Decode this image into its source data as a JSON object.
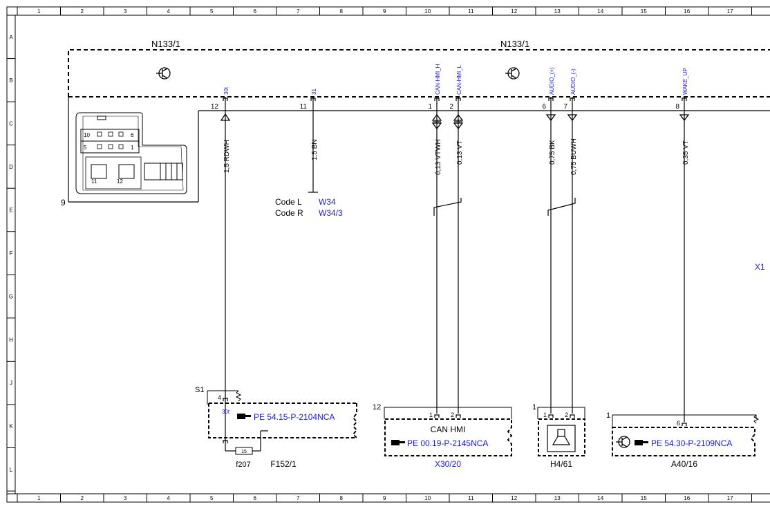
{
  "grid": {
    "columns": [
      "1",
      "2",
      "3",
      "4",
      "5",
      "6",
      "7",
      "8",
      "9",
      "10",
      "11",
      "12",
      "13",
      "14",
      "15",
      "16",
      "17"
    ],
    "rows": [
      "A",
      "B",
      "C",
      "D",
      "E",
      "F",
      "G",
      "H",
      "J",
      "K",
      "L"
    ]
  },
  "module": {
    "name_left": "N133/1",
    "name_right": "N133/1",
    "connector_number": "9",
    "connector_slots": [
      "10",
      "5",
      "6",
      "1",
      "11",
      "12"
    ]
  },
  "pins": [
    {
      "num": "12",
      "signal": "30t",
      "wire": "1,5 RDWH"
    },
    {
      "num": "11",
      "signal": "31",
      "wire": "1,5 BN"
    },
    {
      "num": "1",
      "signal": "CAN-HMI_H",
      "wire": "0,13 VTWH"
    },
    {
      "num": "2",
      "signal": "CAN-HMI_L",
      "wire": "0,13 VT"
    },
    {
      "num": "6",
      "signal": "AUDIO_(+)",
      "wire": "0,75 BK"
    },
    {
      "num": "7",
      "signal": "AUDIO_(-)",
      "wire": "0,75 BUWH"
    },
    {
      "num": "8",
      "signal": "WAKE_UP",
      "wire": "0,35 VT"
    }
  ],
  "codes": {
    "line1_label": "Code L",
    "line1_ref": "W34",
    "line2_label": "Code R",
    "line2_ref": "W34/3"
  },
  "fuse_box": {
    "switch_label": "S1",
    "pin": "4",
    "signal": "30t",
    "ref": "PE 54.15-P-2104NCA",
    "fuse_num": "15",
    "fuse_name": "f207",
    "name": "F152/1"
  },
  "can_hmi": {
    "number": "12",
    "pin1": "1",
    "pin2": "2",
    "title": "CAN HMI",
    "ref": "PE 00.19-P-2145NCA",
    "name": "X30/20"
  },
  "speaker": {
    "number": "1",
    "pin1": "1",
    "pin2": "2",
    "name": "H4/61"
  },
  "antenna": {
    "number": "1",
    "pin": "6",
    "ref": "PE 54.30-P-2109NCA",
    "name": "A40/16"
  },
  "offpage": {
    "label": "X1"
  },
  "colors": {
    "line": "#000000",
    "reference": "#1a1adb",
    "background": "#ffffff"
  }
}
